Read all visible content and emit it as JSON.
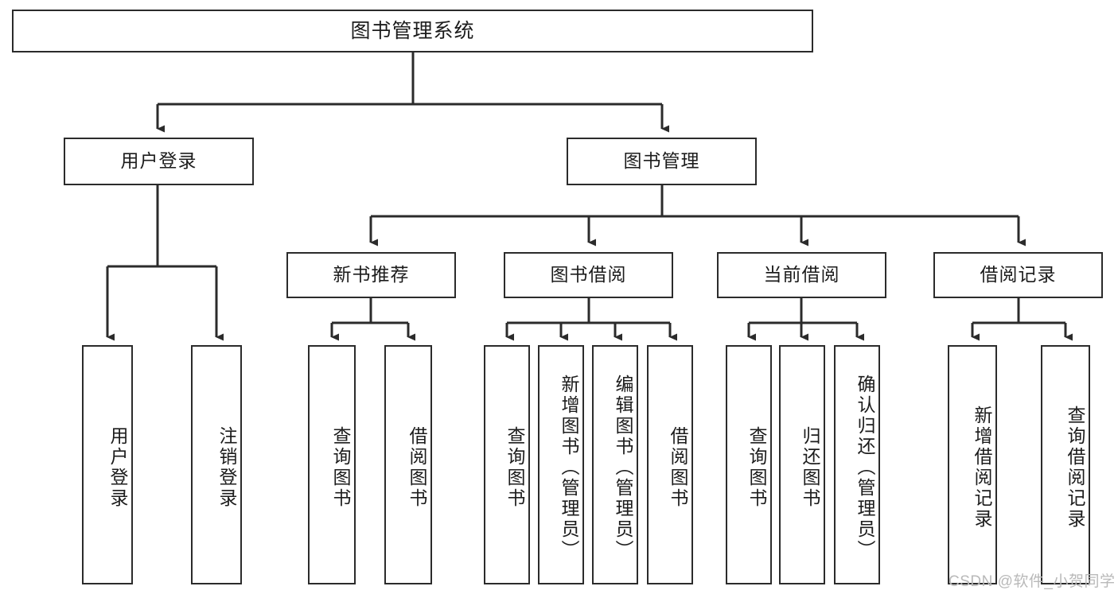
{
  "diagram": {
    "title": "图书管理系统",
    "type": "tree",
    "colors": {
      "background": "#ffffff",
      "node_border": "#2b2b2b",
      "node_fill": "#ffffff",
      "connector": "#2b2b2b",
      "text": "#1c1c1c",
      "watermark": "#b9b9b9"
    },
    "nodes": {
      "root": {
        "label": "图书管理系统",
        "level": 0,
        "orientation": "horizontal"
      },
      "l1": [
        {
          "id": "user-login",
          "label": "用户登录",
          "level": 1,
          "orientation": "horizontal"
        },
        {
          "id": "book-management",
          "label": "图书管理",
          "level": 1,
          "orientation": "horizontal"
        }
      ],
      "l2": [
        {
          "id": "new-book-recommend",
          "label": "新书推荐",
          "level": 2,
          "orientation": "horizontal"
        },
        {
          "id": "book-borrow",
          "label": "图书借阅",
          "level": 2,
          "orientation": "horizontal"
        },
        {
          "id": "current-borrow",
          "label": "当前借阅",
          "level": 2,
          "orientation": "horizontal"
        },
        {
          "id": "borrow-record",
          "label": "借阅记录",
          "level": 2,
          "orientation": "horizontal"
        }
      ],
      "leaves": [
        {
          "id": "leaf-user-login",
          "label": "用户登录",
          "parent": "user-login",
          "orientation": "vertical"
        },
        {
          "id": "leaf-user-logout",
          "label": "注销登录",
          "parent": "user-login",
          "orientation": "vertical"
        },
        {
          "id": "leaf-query-book-1",
          "label": "查询图书",
          "parent": "new-book-recommend",
          "orientation": "vertical"
        },
        {
          "id": "leaf-borrow-book-1",
          "label": "借阅图书",
          "parent": "new-book-recommend",
          "orientation": "vertical"
        },
        {
          "id": "leaf-query-book-2",
          "label": "查询图书",
          "parent": "book-borrow",
          "orientation": "vertical"
        },
        {
          "id": "leaf-add-book",
          "label": "新增图书（管理员）",
          "parent": "book-borrow",
          "orientation": "vertical"
        },
        {
          "id": "leaf-edit-book",
          "label": "编辑图书（管理员）",
          "parent": "book-borrow",
          "orientation": "vertical"
        },
        {
          "id": "leaf-borrow-book-2",
          "label": "借阅图书",
          "parent": "book-borrow",
          "orientation": "vertical"
        },
        {
          "id": "leaf-query-book-3",
          "label": "查询图书",
          "parent": "current-borrow",
          "orientation": "vertical"
        },
        {
          "id": "leaf-return-book",
          "label": "归还图书",
          "parent": "current-borrow",
          "orientation": "vertical"
        },
        {
          "id": "leaf-confirm-return",
          "label": "确认归还（管理员）",
          "parent": "current-borrow",
          "orientation": "vertical"
        },
        {
          "id": "leaf-add-record",
          "label": "新增借阅记录",
          "parent": "borrow-record",
          "orientation": "vertical"
        },
        {
          "id": "leaf-query-record",
          "label": "查询借阅记录",
          "parent": "borrow-record",
          "orientation": "vertical"
        }
      ]
    },
    "watermark": "CSDN @软件_小贺同学"
  }
}
